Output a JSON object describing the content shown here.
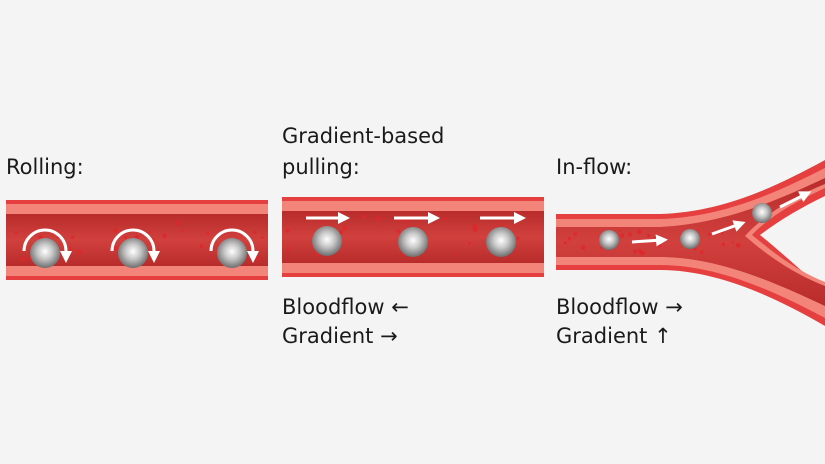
{
  "panels": [
    {
      "title": "Rolling:"
    },
    {
      "title_line1": "Gradient-based",
      "title_line2": "pulling:",
      "bloodflow": "Bloodflow ←",
      "gradient": "Gradient →"
    },
    {
      "title": "In-flow:",
      "bloodflow": "Bloodflow →",
      "gradient": "Gradient ↑"
    }
  ],
  "colors": {
    "vessel_outer": "#e5403f",
    "vessel_band": "#f3847a",
    "vessel_inner": "#c93433",
    "background": "#f4f4f4"
  }
}
